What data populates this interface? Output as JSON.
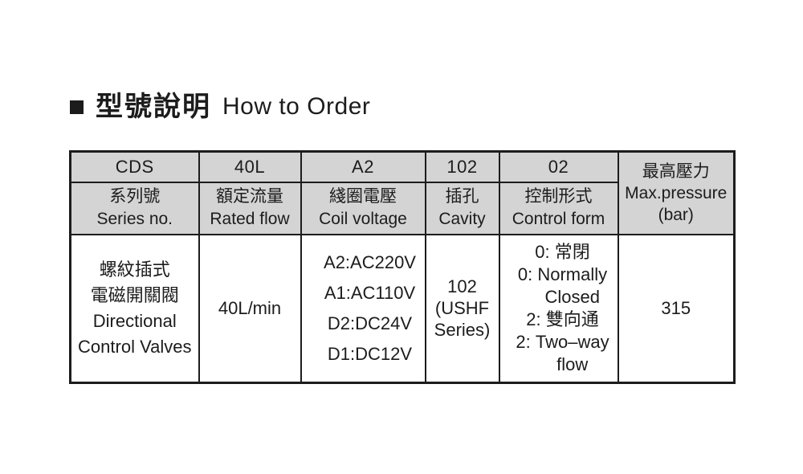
{
  "colors": {
    "page_bg": "#ffffff",
    "header_bg": "#d4d4d4",
    "border": "#1c1c1c",
    "text": "#1c1c1c"
  },
  "title": {
    "zh": "型號說明",
    "en": "How to Order"
  },
  "table": {
    "header_codes": [
      "CDS",
      "40L",
      "A2",
      "102",
      "02"
    ],
    "header_labels": [
      "系列號\nSeries no.",
      "額定流量\nRated flow",
      "綫圈電壓\nCoil voltage",
      "插孔\nCavity",
      "控制形式\nControl form"
    ],
    "max_pressure_header": "最高壓力\nMax.pressure\n(bar)",
    "body": {
      "series": "螺紋插式\n電磁開關閥\nDirectional\nControl Valves",
      "rated_flow": "40L/min",
      "coil_voltage": "A2:AC220V\nA1:AC110V\nD2:DC24V\nD1:DC12V",
      "cavity": "102\n(USHF\nSeries)",
      "control_form": "0: 常閉\n0: Normally\n    Closed\n2: 雙向通\n2: Two–way\n    flow",
      "max_pressure": "315"
    }
  }
}
